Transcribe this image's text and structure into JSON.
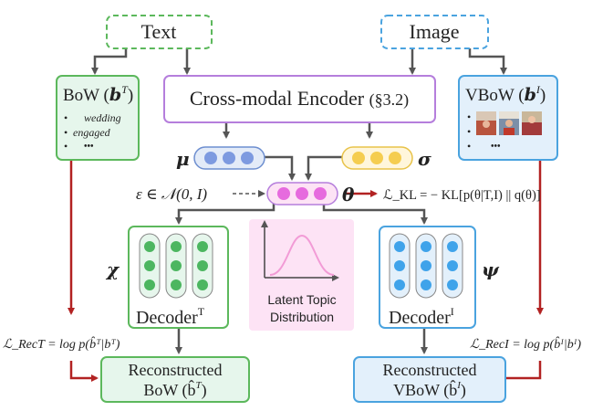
{
  "inputs": {
    "text_label": "Text",
    "image_label": "Image"
  },
  "encoder": {
    "label": "Cross-modal Encoder",
    "ref": "(§3.2)"
  },
  "bow": {
    "label": "BoW (",
    "symbol": "b",
    "sup": "T",
    "close": ")",
    "words": [
      "wedding",
      "engaged"
    ],
    "more": "•••"
  },
  "vbow": {
    "label": "VBoW (",
    "symbol": "b",
    "sup": "I",
    "close": ")",
    "more": "•••"
  },
  "latent": {
    "mu": "μ",
    "sigma": "σ",
    "theta": "θ",
    "eps_label": "ε ∈ 𝒩(0, I)",
    "kl_loss": "ℒ_KL = − KL[p(θ|T,I) || q(θ)]"
  },
  "decoders": {
    "text_symbol": "χ",
    "image_symbol": "ψ",
    "text_label": "Decoder",
    "text_sup": "T",
    "image_label": "Decoder",
    "image_sup": "I"
  },
  "topic": {
    "line1": "Latent Topic",
    "line2": "Distribution"
  },
  "recon": {
    "bow_line1": "Reconstructed",
    "bow_line2": "BoW (b̂",
    "bow_sup": "T",
    "bow_close": ")",
    "vbow_line1": "Reconstructed",
    "vbow_line2": "VBoW (b̂",
    "vbow_sup": "I",
    "vbow_close": ")",
    "loss_text": "ℒ_RecT = log p(b̂ᵀ|bᵀ)",
    "loss_image": "ℒ_RecI = log p(b̂ᴵ|bᴵ)"
  },
  "colors": {
    "green": "#5cb85c",
    "blue": "#4aa3df",
    "purple": "#b57edc",
    "pink_fill": "#fde3f5",
    "dark_red": "#b22222",
    "gray": "#555555"
  }
}
